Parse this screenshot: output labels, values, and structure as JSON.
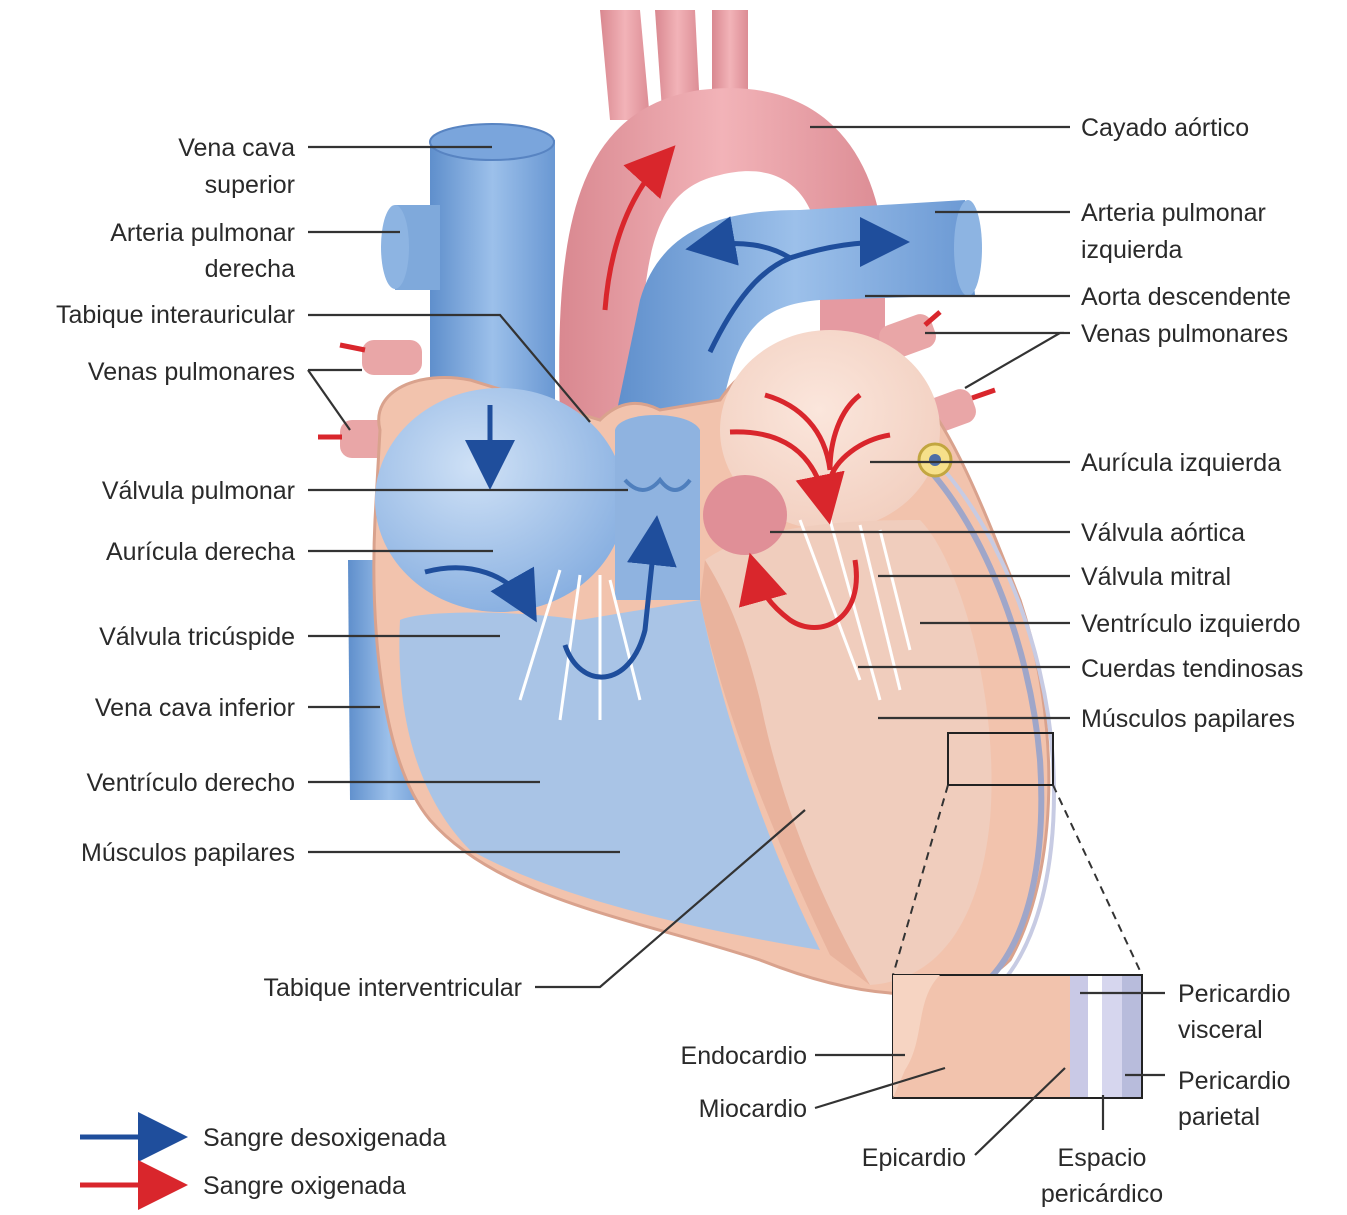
{
  "labels": {
    "vena_cava_superior": [
      "Vena cava",
      "superior"
    ],
    "arteria_pulmonar_derecha": [
      "Arteria pulmonar",
      "derecha"
    ],
    "tabique_interauricular": "Tabique interauricular",
    "venas_pulmonares_left": "Venas pulmonares",
    "valvula_pulmonar": "Válvula pulmonar",
    "auricula_derecha": "Aurícula derecha",
    "valvula_tricuspide": "Válvula tricúspide",
    "vena_cava_inferior": "Vena cava inferior",
    "ventriculo_derecho": "Ventrículo derecho",
    "musculos_papilares_left": "Músculos papilares",
    "tabique_interventricular": "Tabique interventricular",
    "cayado_aortico": "Cayado aórtico",
    "arteria_pulmonar_izquierda": [
      "Arteria pulmonar",
      "izquierda"
    ],
    "aorta_descendente": "Aorta descendente",
    "venas_pulmonares_right": "Venas pulmonares",
    "auricula_izquierda": "Aurícula izquierda",
    "valvula_aortica": "Válvula aórtica",
    "valvula_mitral": "Válvula mitral",
    "ventriculo_izquierdo": "Ventrículo izquierdo",
    "cuerdas_tendinosas": "Cuerdas tendinosas",
    "musculos_papilares_right": "Músculos papilares",
    "pericardio_visceral": [
      "Pericardio",
      "visceral"
    ],
    "pericardio_parietal": [
      "Pericardio",
      "parietal"
    ],
    "endocardio": "Endocardio",
    "miocardio": "Miocardio",
    "epicardio": "Epicardio",
    "espacio_pericardico": [
      "Espacio",
      "pericárdico"
    ]
  },
  "legend": {
    "deoxygenated": "Sangre desoxigenada",
    "oxygenated": "Sangre oxigenada"
  },
  "colors": {
    "deoxygenated_arrow": "#1f4e9c",
    "oxygenated_arrow": "#d9262c",
    "venous_vessel": "#7fa9db",
    "arterial_vessel": "#e8a1a6",
    "myocardium": "#f0c0a8"
  }
}
